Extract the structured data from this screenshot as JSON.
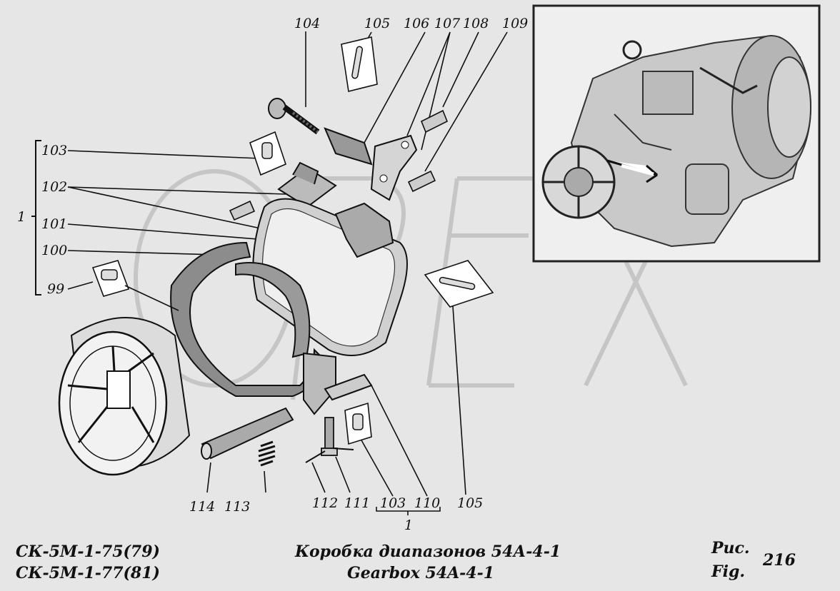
{
  "callouts": {
    "c99": "99",
    "c100": "100",
    "c101": "101",
    "c102": "102",
    "c103": "103",
    "c104": "104",
    "c105_top": "105",
    "c106": "106",
    "c107": "107",
    "c108": "108",
    "c109": "109",
    "c114": "114",
    "c113": "113",
    "c112": "112",
    "c111": "111",
    "c103_bottom": "103",
    "c110": "110",
    "c105_bottom": "105",
    "group_left": "1",
    "group_bottom": "1"
  },
  "watermark": "OPEX",
  "footer": {
    "model_line_1": "СК-5М-1-75(79)",
    "model_line_2": "СК-5М-1-77(81)",
    "title_ru": "Коробка диапазонов 54А-4-1",
    "title_en": "Gearbox 54A-4-1",
    "fig_ru": "Рис.",
    "fig_en": "Fig.",
    "fig_number": "216"
  }
}
